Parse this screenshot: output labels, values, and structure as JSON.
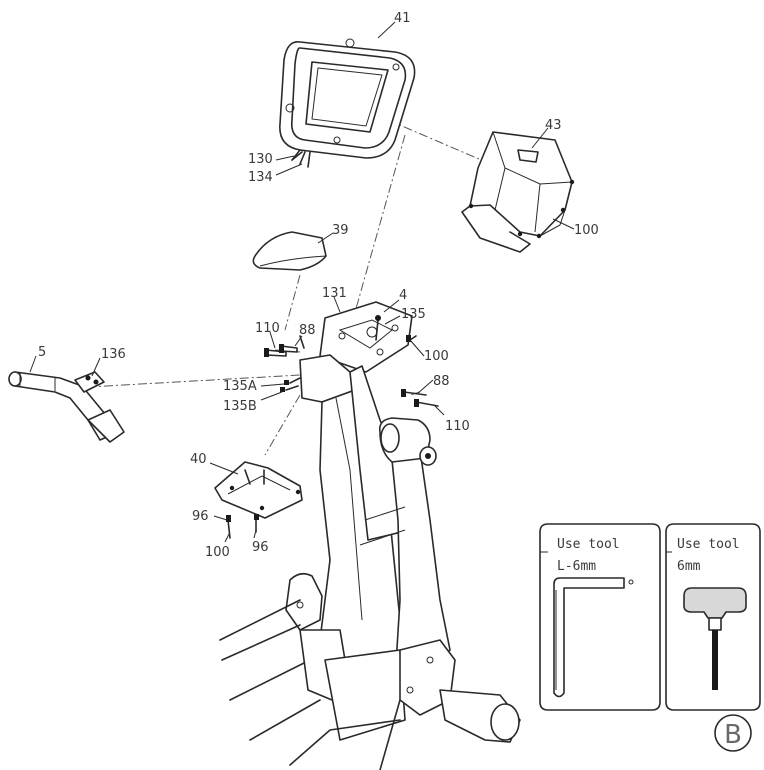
{
  "part_labels": {
    "p41": "41",
    "p43": "43",
    "p130": "130",
    "p134": "134",
    "p100a": "100",
    "p39": "39",
    "p131": "131",
    "p4": "4",
    "p135": "135",
    "p110a": "110",
    "p88a": "88",
    "p100b": "100",
    "p5": "5",
    "p136": "136",
    "p135a": "135A",
    "p135b": "135B",
    "p88b": "88",
    "p110b": "110",
    "p40": "40",
    "p96a": "96",
    "p100c": "100",
    "p96b": "96"
  },
  "tool_boxes": {
    "l_key": {
      "line1": "Use tool",
      "line2": "L-6mm"
    },
    "t_key": {
      "line1": "Use tool",
      "line2": "6mm"
    }
  },
  "step_marker": "B"
}
